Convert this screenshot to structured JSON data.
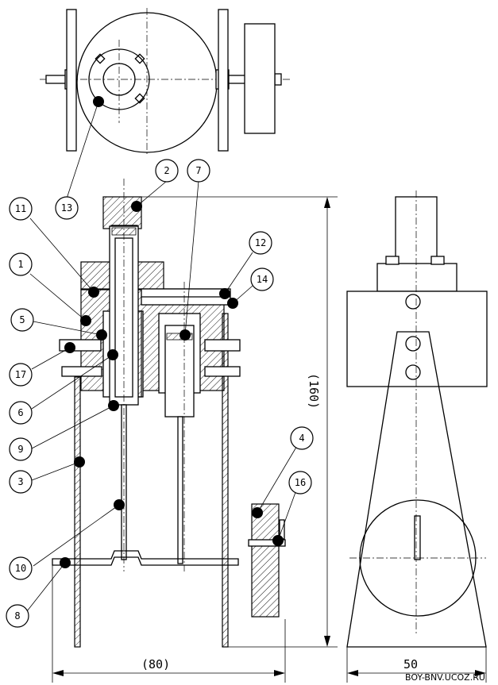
{
  "callouts": [
    "1",
    "2",
    "3",
    "4",
    "5",
    "6",
    "7",
    "8",
    "9",
    "10",
    "11",
    "12",
    "13",
    "14",
    "16",
    "17"
  ],
  "dimensions": {
    "height": "(160)",
    "width": "(80)",
    "side_width": "50"
  },
  "watermark": "BOY-BNV.UCOZ.RU"
}
